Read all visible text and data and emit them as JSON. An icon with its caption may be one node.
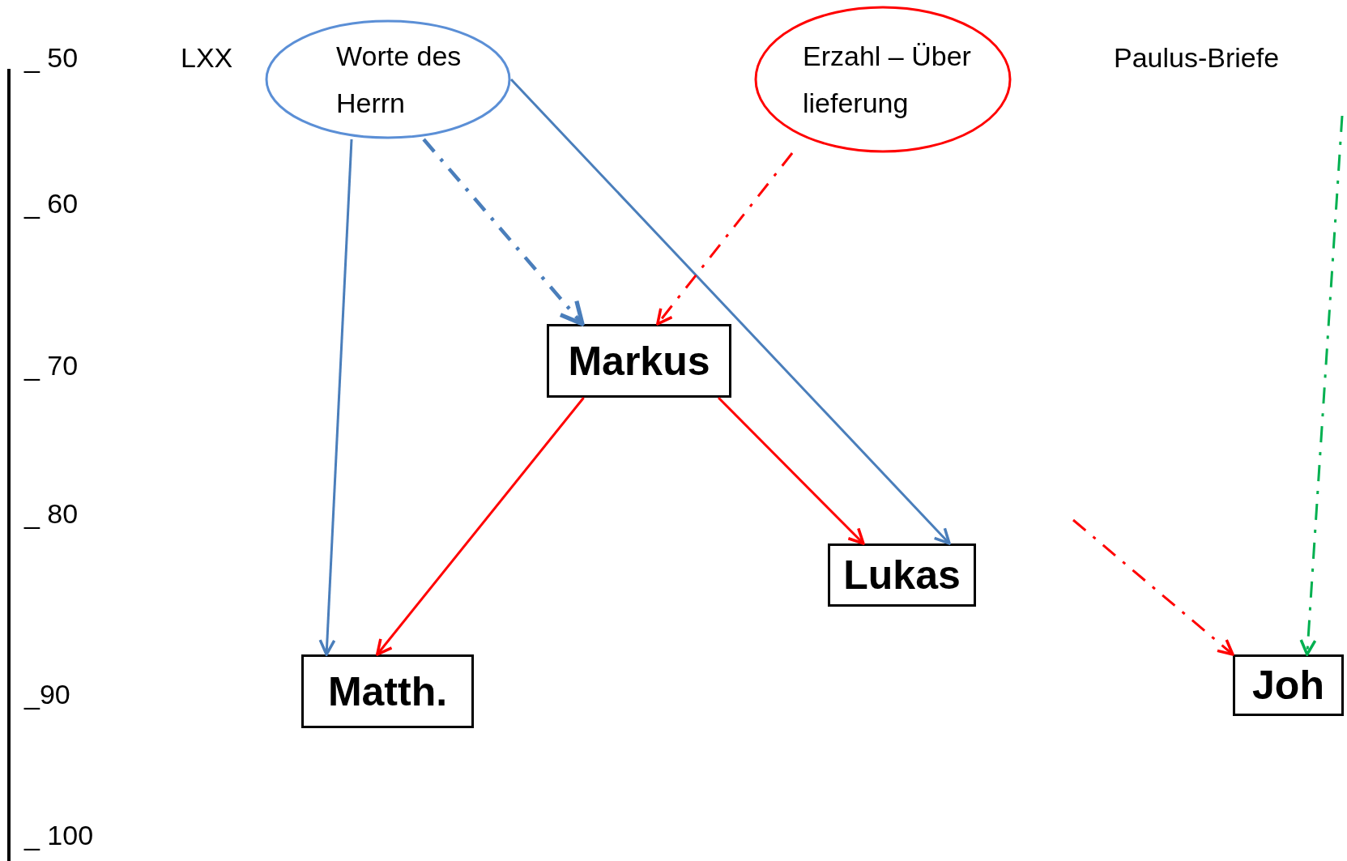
{
  "diagram": {
    "nodes": [
      {
        "text": [
          "Worte des Herrn"
        ]
      },
      {
        "text": [
          "Erzahl – Über lieferung"
        ]
      },
      {
        "text": [
          "Markus"
        ]
      },
      {
        "text": [
          "Lukas"
        ]
      },
      {
        "text": [
          "Matth."
        ]
      },
      {
        "text": [
          "Joh"
        ]
      }
    ],
    "edges": [
      {
        "from": 0,
        "to": 4,
        "arrow": "to",
        "color": "#4a7ebb"
      },
      {
        "from": 0,
        "to": 2,
        "arrow": "to",
        "style": "dashed",
        "color": "#4a7ebb"
      },
      {
        "from": 0,
        "to": 3,
        "arrow": "to",
        "color": "#4a7ebb"
      },
      {
        "from": 1,
        "to": 2,
        "arrow": "to",
        "style": "dashed",
        "color": "#ff0000"
      },
      {
        "from": 2,
        "to": 4,
        "arrow": "to",
        "color": "#ff0000"
      },
      {
        "from": 2,
        "to": 3,
        "arrow": "to",
        "color": "#ff0000"
      },
      {
        "from": null,
        "to": 5,
        "arrow": "to",
        "style": "dashed",
        "color": "#ff0000"
      },
      {
        "from": null,
        "to": 5,
        "arrow": "to",
        "style": "dashed",
        "color": "#00b050"
      }
    ],
    "labels": [
      "_ 50",
      "LXX",
      "Paulus-Briefe",
      "_ 60",
      "_ 70",
      "_ 80",
      "_90",
      "_ 100"
    ]
  }
}
